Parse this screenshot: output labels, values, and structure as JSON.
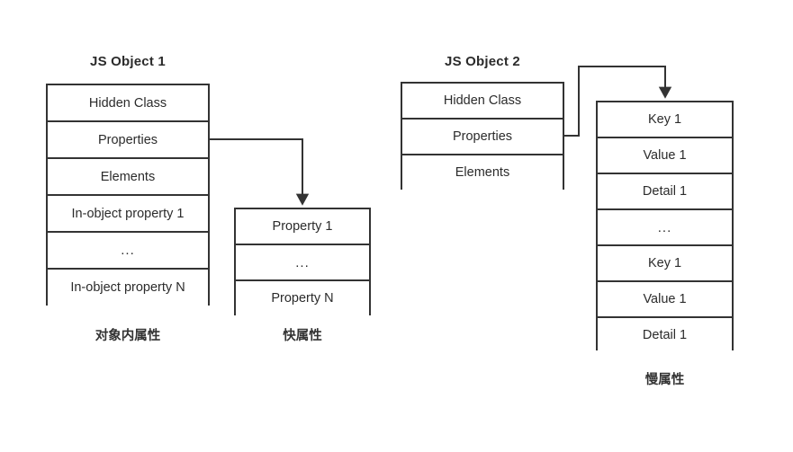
{
  "diagram": {
    "background": "#ffffff",
    "line_color": "#333333",
    "text_color": "#2b2b2b",
    "objects": [
      {
        "id": "js-object-1",
        "title": "JS Object 1",
        "caption": "对象内属性",
        "rows": [
          "Hidden Class",
          "Properties",
          "Elements",
          "In-object property 1",
          "...",
          "In-object property N"
        ]
      },
      {
        "id": "fast-properties",
        "title": "",
        "caption": "快属性",
        "rows": [
          "Property 1",
          "...",
          "Property N"
        ]
      },
      {
        "id": "js-object-2",
        "title": "JS Object 2",
        "caption": "",
        "rows": [
          "Hidden Class",
          "Properties",
          "Elements"
        ]
      },
      {
        "id": "slow-properties",
        "title": "",
        "caption": "慢属性",
        "rows": [
          "Key 1",
          "Value 1",
          "Detail 1",
          "...",
          "Key 1",
          "Value 1",
          "Detail 1"
        ]
      }
    ],
    "connectors": [
      {
        "id": "object1-properties-to-fast",
        "from": "js-object-1.Properties",
        "to": "fast-properties.Property 1",
        "arrow": "down"
      },
      {
        "id": "object2-properties-to-slow",
        "from": "js-object-2.Properties",
        "to": "slow-properties.Key 1",
        "arrow": "down"
      }
    ]
  }
}
